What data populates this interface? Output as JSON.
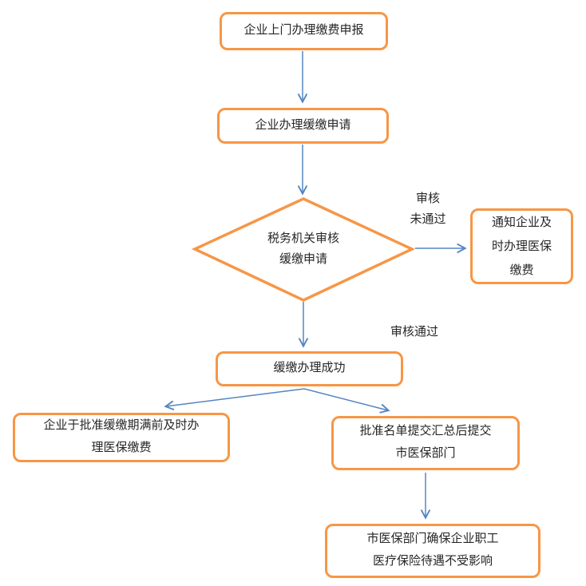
{
  "colors": {
    "node_border": "#F79646",
    "node_fill": "#ffffff",
    "arrow": "#5585C2",
    "text": "#262626"
  },
  "nodes": {
    "declare": {
      "label": "企业上门办理缴费申报"
    },
    "apply": {
      "label": "企业办理缓缴申请"
    },
    "review": {
      "label": "税务机关审核\n缓缴申请"
    },
    "notify": {
      "label": "通知企业及\n时办理医保\n缴费"
    },
    "success": {
      "label": "缓缴办理成功"
    },
    "pay_before_expiry": {
      "label": "企业于批准缓缴期满前及时办\n理医保缴费"
    },
    "submit_list": {
      "label": "批准名单提交汇总后提交\n市医保部门"
    },
    "ensure_benefits": {
      "label": "市医保部门确保企业职工\n医疗保险待遇不受影响"
    }
  },
  "edge_labels": {
    "review_rejected": "审核\n未通过",
    "review_passed": "审核通过"
  }
}
